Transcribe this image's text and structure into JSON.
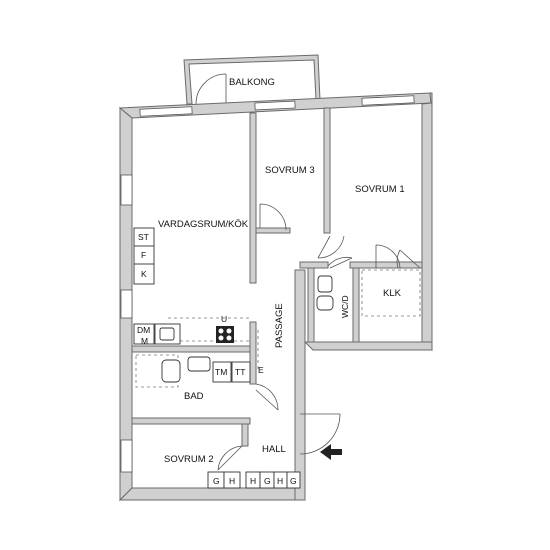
{
  "rooms": {
    "balkong": "BALKONG",
    "sovrum3": "SOVRUM 3",
    "sovrum1": "SOVRUM 1",
    "vardagsrum": "VARDAGSRUM/KÖK",
    "wc_d": "WC/D",
    "klk": "KLK",
    "passage": "PASSAGE",
    "bad": "BAD",
    "hall": "HALL",
    "sovrum2": "SOVRUM 2"
  },
  "fixtures": {
    "st": "ST",
    "f": "F",
    "k": "K",
    "dm": "DM",
    "m": "M",
    "u": "U",
    "tm": "TM",
    "tt": "TT",
    "e": "E",
    "wardrobes_bedroom2": [
      "G",
      "H"
    ],
    "wardrobes_hall": [
      "H",
      "G",
      "H",
      "G"
    ]
  },
  "colors": {
    "wall_fill": "#d0d0d0",
    "wall_stroke": "#6a6a6a",
    "background": "#ffffff",
    "text": "#111111"
  }
}
